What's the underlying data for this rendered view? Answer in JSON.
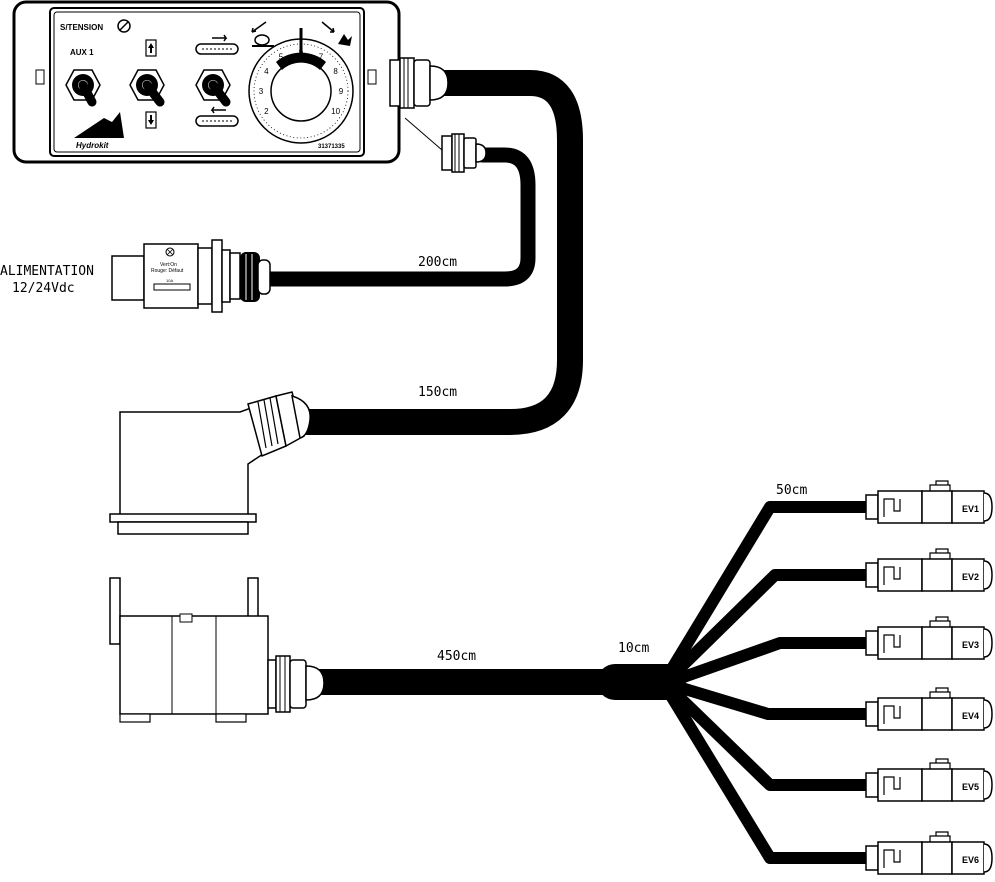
{
  "panel": {
    "tension_label": "S/TENSION",
    "aux_label": "AUX 1",
    "brand_label": "Hydrokit",
    "serial_label": "31371335",
    "dial_numbers": [
      "2",
      "3",
      "4",
      "5",
      "6",
      "7",
      "8",
      "9",
      "10"
    ]
  },
  "power": {
    "label_line1": "ALIMENTATION",
    "label_line2": "12/24Vdc",
    "plug_text_1": "Vert:On",
    "plug_text_2": "Rouge: Défaut",
    "fuse_text": "10A"
  },
  "cables": {
    "power_length": "200cm",
    "top_connector_length": "150cm",
    "main_length": "450cm",
    "junction_length": "10cm",
    "branch_length": "50cm"
  },
  "valves": [
    "EV1",
    "EV2",
    "EV3",
    "EV4",
    "EV5",
    "EV6"
  ]
}
